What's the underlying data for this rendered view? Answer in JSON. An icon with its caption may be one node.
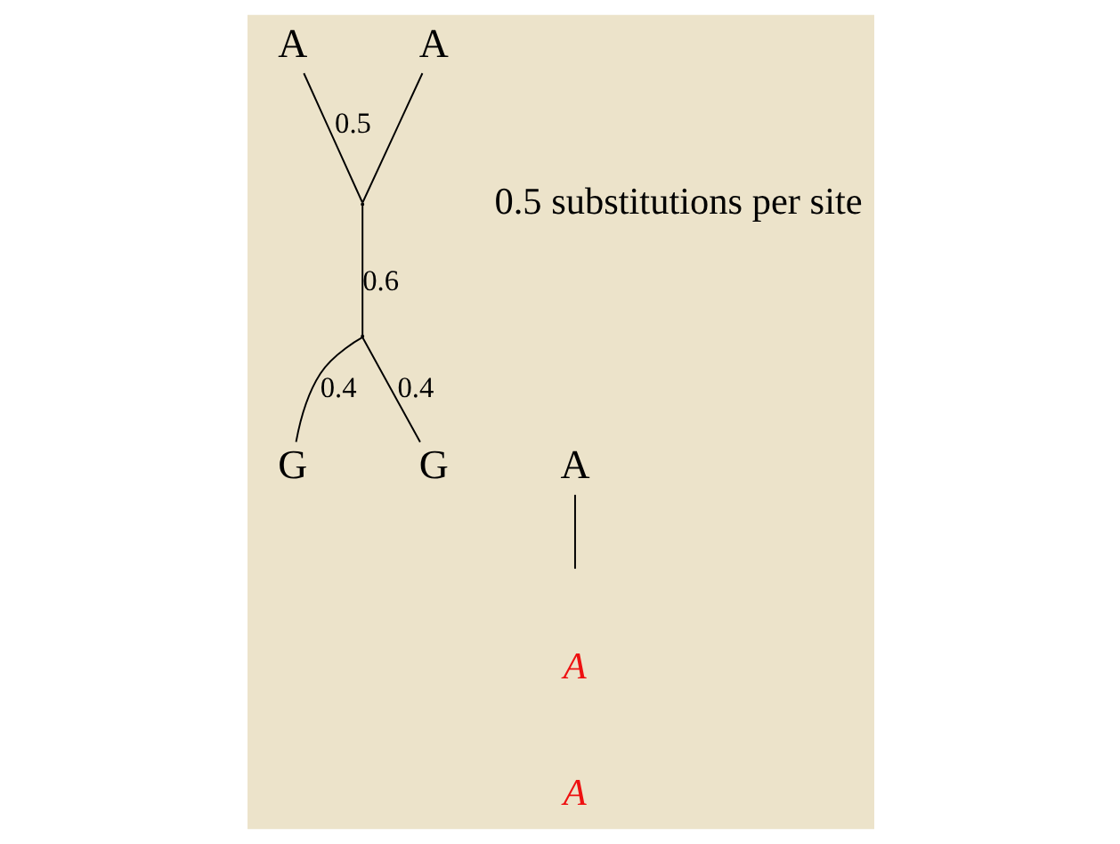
{
  "diagram": {
    "nodes": [
      {
        "text": [
          "A"
        ]
      },
      {
        "text": [
          "A"
        ]
      },
      {
        "text": [],
        "shape": "point"
      },
      {
        "text": [],
        "shape": "point"
      },
      {
        "text": [
          "G"
        ]
      },
      {
        "text": [
          "G"
        ]
      },
      {
        "text": [
          "A"
        ]
      }
    ],
    "edges": [
      {
        "from": 0,
        "to": 2,
        "arrow": "none",
        "label": "0.5"
      },
      {
        "from": 1,
        "to": 2,
        "arrow": "none"
      },
      {
        "from": 2,
        "to": 3,
        "arrow": "none",
        "label": "0.6"
      },
      {
        "from": 3,
        "to": 4,
        "arrow": "none",
        "label": "0.4"
      },
      {
        "from": 3,
        "to": 5,
        "arrow": "none",
        "label": "0.4"
      },
      {
        "from": 6,
        "to": null,
        "arrow": "none"
      }
    ],
    "labels": [
      "0.5 substitutions per site",
      "A",
      "A"
    ]
  }
}
